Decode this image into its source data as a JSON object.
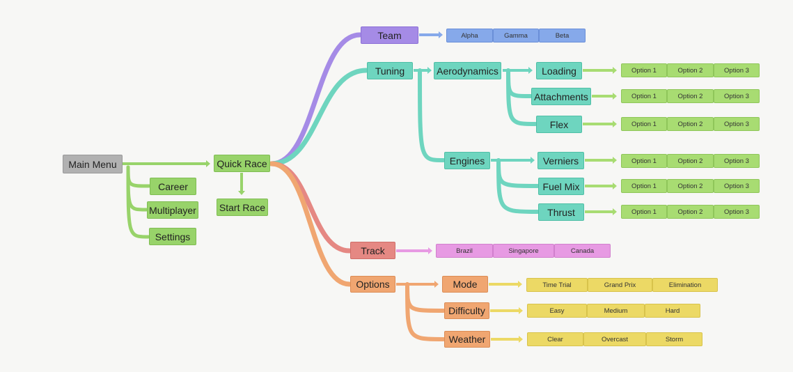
{
  "colors": {
    "root": "#b1b1b1",
    "menu": "#98d36a",
    "team": "#a58be6",
    "team_opts": "#86a9ea",
    "tuning": "#6ed5bf",
    "track": "#e58883",
    "track_opts": "#e79ae3",
    "options": "#f0a671",
    "option_opts": "#ecd965",
    "tuning_opts": "#a8dc72"
  },
  "nodes": {
    "main_menu": "Main Menu",
    "career": "Career",
    "multiplayer": "Multiplayer",
    "settings": "Settings",
    "quick_race": "Quick Race",
    "start_race": "Start Race",
    "team": "Team",
    "team_opts": [
      "Alpha",
      "Gamma",
      "Beta"
    ],
    "tuning": "Tuning",
    "aerodynamics": "Aerodynamics",
    "loading": "Loading",
    "attachments": "Attachments",
    "flex": "Flex",
    "engines": "Engines",
    "verniers": "Verniers",
    "fuel_mix": "Fuel Mix",
    "thrust": "Thrust",
    "tuning_opts": [
      "Option 1",
      "Option 2",
      "Option 3"
    ],
    "track": "Track",
    "track_opts": [
      "Brazil",
      "Singapore",
      "Canada"
    ],
    "options": "Options",
    "mode": "Mode",
    "mode_opts": [
      "Time Trial",
      "Grand Prix",
      "Elimination"
    ],
    "difficulty": "Difficulty",
    "difficulty_opts": [
      "Easy",
      "Medium",
      "Hard"
    ],
    "weather": "Weather",
    "weather_opts": [
      "Clear",
      "Overcast",
      "Storm"
    ]
  }
}
